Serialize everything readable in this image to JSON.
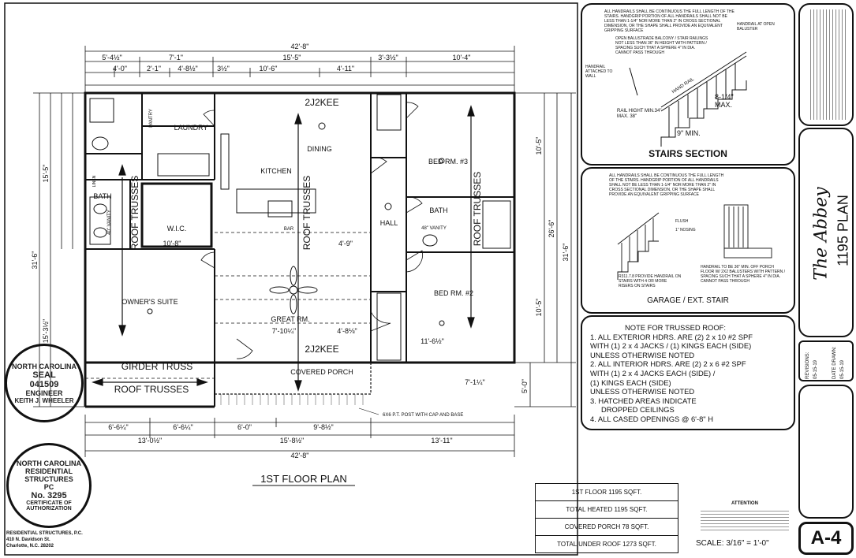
{
  "plan_title": "1ST FLOOR PLAN",
  "overall_width": "42'-8\"",
  "top_dims": [
    "5'-4½\"",
    "7'-1\"",
    "15'-5\"",
    "3'-3½\"",
    "10'-4\""
  ],
  "top_dims2": [
    "4'-0\"",
    "2'-1\"",
    "4'-8½\"",
    "3½\"",
    "10'-6\"",
    "4'-11\""
  ],
  "bottom_dims": [
    "6'-6¼\"",
    "6'-6¼\"",
    "6'-0\"",
    "9'-8½\"",
    "13'-0½\"",
    "15'-8½\"",
    "13'-11\""
  ],
  "left_dims": [
    "31'-6\"",
    "15'-3½\"",
    "15'-5\""
  ],
  "right_dims": [
    "31'-6\"",
    "26'-6\"",
    "10'-5\"",
    "10'-5\"",
    "5'-0\""
  ],
  "rooms": {
    "laundry": "LAUNDRY",
    "kitchen": "KITCHEN",
    "dining": "DINING",
    "bath1": "BATH",
    "wic": "W.I.C.",
    "owners_suite": "OWNER'S SUITE",
    "great_room": "GREAT RM.",
    "hall": "HALL",
    "bath2": "BATH",
    "bed3": "BED RM. #3",
    "bed2": "BED RM. #2",
    "covered_porch": "COVERED PORCH",
    "pantry": "PANTRY",
    "bar": "BAR"
  },
  "labels": {
    "roof_trusses": "ROOF TRUSSES",
    "girder_truss": "GIRDER TRUSS",
    "beam_top": "2J2KEE",
    "beam_bottom": "2J2KEE",
    "post_note": "6X6 P.T. POST WITH CAP AND BASE",
    "great_dims": "7'-10¼\"",
    "great_dims2": "4'-8⅛\"",
    "hall_dim": "4'-9\"",
    "owner_dim": "10'-8\"",
    "bed2_dim": "11'-6½\"",
    "porch_dim": "7'-1¼\"",
    "vanity1": "40\" VANITY",
    "vanity2": "48\" VANITY",
    "linen": "LINEN"
  },
  "stairs_section": {
    "title": "STAIRS SECTION",
    "note": "ALL HANDRAILS SHALL BE CONTINUOUS THE FULL LENGTH OF THE STAIRS. HANDGRIP PORTION OF ALL HANDRAILS SHALL NOT BE LESS THAN 1-1/4\" NOR MORE THAN 2\" IN CROSS SECTIONAL DIMENSION, OR THE SHAPE SHALL PROVIDE AN EQUIVALENT GRIPPING SURFACE",
    "railing": "OPEN BALUSTRADE BALCONY / STAIR RAILINGS NOT LESS THAN 36\" IN HEIGHT WITH PATTERN / SPACING SUCH THAT A SPHERE 4\" IN DIA. CANNOT PASS THROUGH",
    "handrail_wall": "HANDRAIL ATTACHED TO WALL",
    "handrail_baluster": "HANDRAIL AT OPEN BALUSTER",
    "height": "RAIL HIGHT MIN.34\" MAX. 38\"",
    "riser": "8-1/4\" MAX.",
    "tread": "9\" MIN.",
    "hand_rail": "HAND RAIL"
  },
  "garage_stair": {
    "title": "GARAGE / EXT. STAIR",
    "note": "ALL HANDRAILS SHALL BE CONTINUOUS THE FULL LENGTH OF THE STAIRS. HANDGRIP PORTION OF ALL HANDRAILS SHALL NOT BE LESS THAN 1-1/4\" NOR MORE THAN 2\" IN CROSS SECTIONAL DIMENSION, OR THE SHAPE SHALL PROVIDE AN EQUIVALENT GRIPPING SURFACE",
    "handrail_note": "HANDRAIL TO BE 36\" MIN. OFF PORCH FLOOR W/ 2X2 BALUSTERS WITH PATTERN / SPACING SUCH THAT A SPHERE 4\" IN DIA. CANNOT PASS THROUGH",
    "stairs_note": "R311.7.8 PROVIDE HANDRAIL ON STAIRS WITH 4 OR MORE RISERS ON STAIRS",
    "flush": "FLUSH",
    "nosing": "1\" NOSING"
  },
  "truss_notes": {
    "title": "NOTE FOR TRUSSED ROOF:",
    "lines": [
      "1. ALL EXTERIOR HDRS. ARE (2) 2 x 10 #2 SPF",
      "WITH (1) 2 x 4 JACKS / (1) KINGS EACH (SIDE)",
      "UNLESS OTHERWISE NOTED",
      "2. ALL INTERIOR HDRS. ARE (2) 2 x 6 #2 SPF",
      "WITH (1) 2 x 4 JACKS EACH (SIDE) /",
      "(1) KINGS EACH (SIDE)",
      "UNLESS OTHERWISE NOTED",
      "3. HATCHED AREAS INDICATE",
      "DROPPED CEILINGS",
      "4. ALL CASED OPENINGS @ 6'-8\" H"
    ]
  },
  "title_block": {
    "plan_name": "The Abbey",
    "plan_number": "1195 PLAN",
    "revisions_label": "REVISIONS:",
    "revisions_date": "05-15-19",
    "date_drawn_label": "DATE DRAWN:",
    "date_drawn": "05-15-19",
    "sheet": "A-4"
  },
  "area_table": [
    "1ST FLOOR 1195 SQFT.",
    "TOTAL HEATED 1195 SQFT.",
    "COVERED PORCH 78 SQFT.",
    "TOTAL UNDER ROOF 1273 SQFT."
  ],
  "scale": "SCALE:  3/16\" = 1'-0\"",
  "attention": "ATTENTION",
  "seal": {
    "state": "NORTH CAROLINA",
    "seal_label": "SEAL",
    "seal_number": "041509",
    "role": "ENGINEER",
    "name": "KEITH J. WHEELER"
  },
  "corp_seal": {
    "state": "NORTH CAROLINA",
    "company": "RESIDENTIAL STRUCTURES PC",
    "number": "No. 3295",
    "cert": "CERTIFICATE OF AUTHORIZATION"
  },
  "company": {
    "name": "RESIDENTIAL STRUCTURES, P.C.",
    "address": "410 N. Davidson St.",
    "city": "Charlotte, N.C. 28202"
  }
}
